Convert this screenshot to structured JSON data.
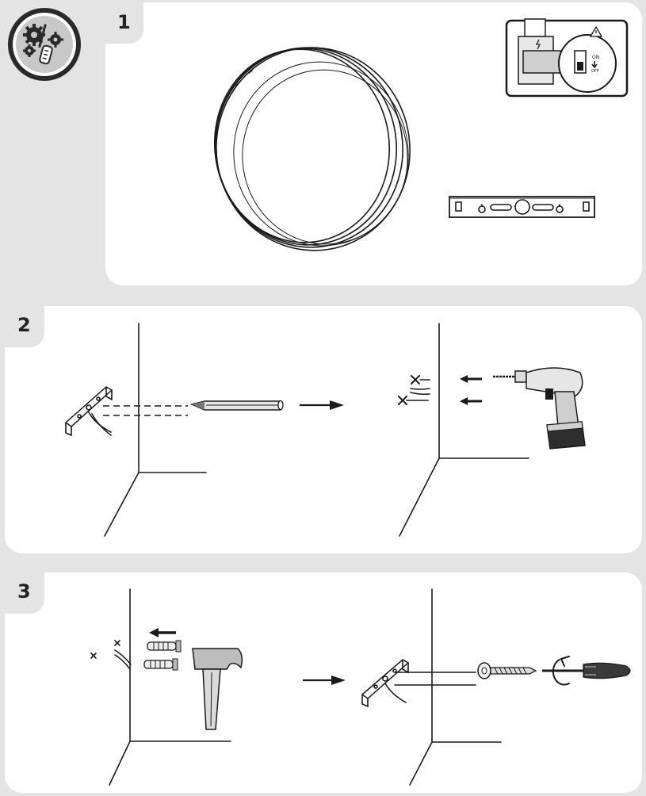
{
  "steps": [
    {
      "number": "1"
    },
    {
      "number": "2"
    },
    {
      "number": "3"
    }
  ],
  "breaker": {
    "on_label": "ON",
    "off_label": "OFF"
  },
  "icons": [
    "tools-icon",
    "ceiling-lamp-icon",
    "circuit-breaker-icon",
    "mounting-bracket-icon",
    "pencil-icon",
    "drill-icon",
    "wall-plug-icon",
    "hammer-icon",
    "screw-icon",
    "screwdriver-icon",
    "arrow-right-icon"
  ]
}
